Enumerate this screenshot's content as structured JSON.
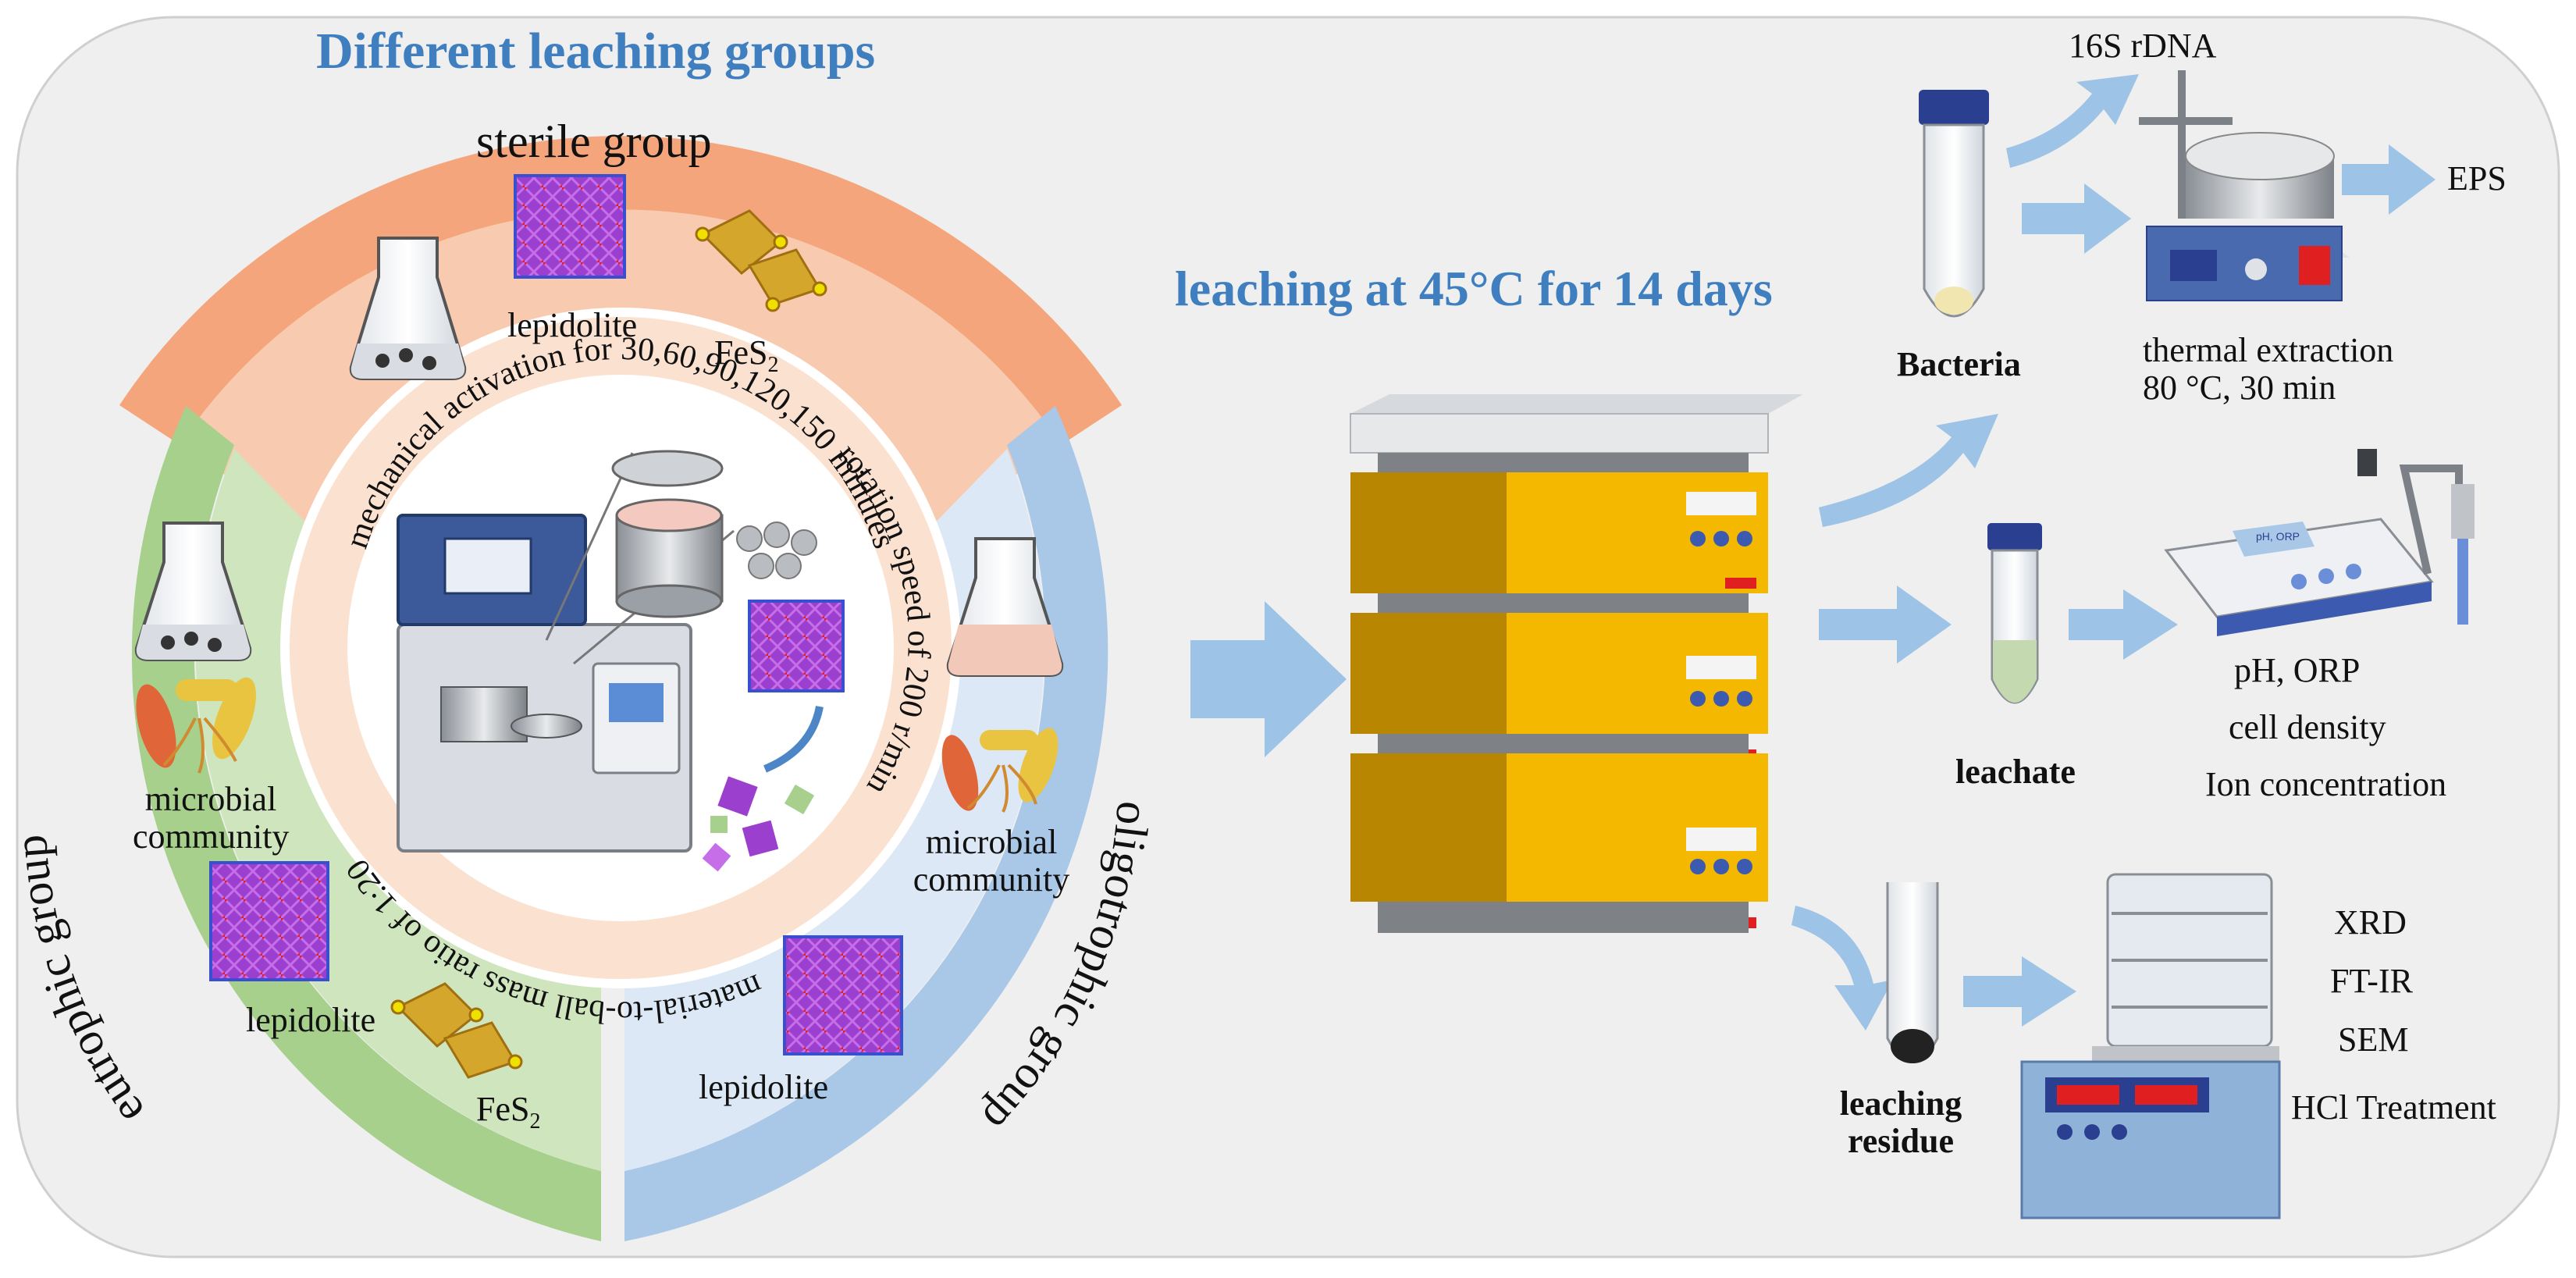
{
  "titles": {
    "groups": "Different leaching groups",
    "leaching": "leaching at 45°C for 14 days"
  },
  "groups": {
    "sterile": "sterile group",
    "oligotrophic": "oligotrophic group",
    "eutrophic": "eutrophic group"
  },
  "center": {
    "activation": "mechanical activation for 30,60,90,120,150 minutes",
    "rotation": "rotation speed of 200 r/min",
    "ratio": "material-to-ball mass ratio of 1:20"
  },
  "labels": {
    "lepidolite": "lepidolite",
    "fes2": "FeS",
    "fes2_sub": "2",
    "microbial_line1": "microbial",
    "microbial_line2": "community"
  },
  "outputs": {
    "bacteria": "Bacteria",
    "rdna": "16S rDNA",
    "eps": "EPS",
    "thermal_line1": "thermal extraction",
    "thermal_line2": "80 °C, 30 min",
    "leachate": "leachate",
    "leachate_measures": [
      "pH, ORP",
      "cell density",
      "Ion concentration"
    ],
    "residue_line1": "leaching",
    "residue_line2": "residue",
    "residue_tests": [
      "XRD",
      "FT-IR",
      "SEM",
      "HCl Treatment"
    ],
    "meter_screen": "pH, ORP"
  },
  "colors": {
    "sterile": "#f4a57c",
    "sterile_inner": "#f8cbb0",
    "oligotrophic": "#a9c8e8",
    "oligotrophic_inner": "#dce8f5",
    "eutrophic": "#a6d08b",
    "eutrophic_inner": "#cfe5bd",
    "arrow": "#9dc3e6",
    "incubator": "#f5b800",
    "title": "#3f7fc0"
  }
}
